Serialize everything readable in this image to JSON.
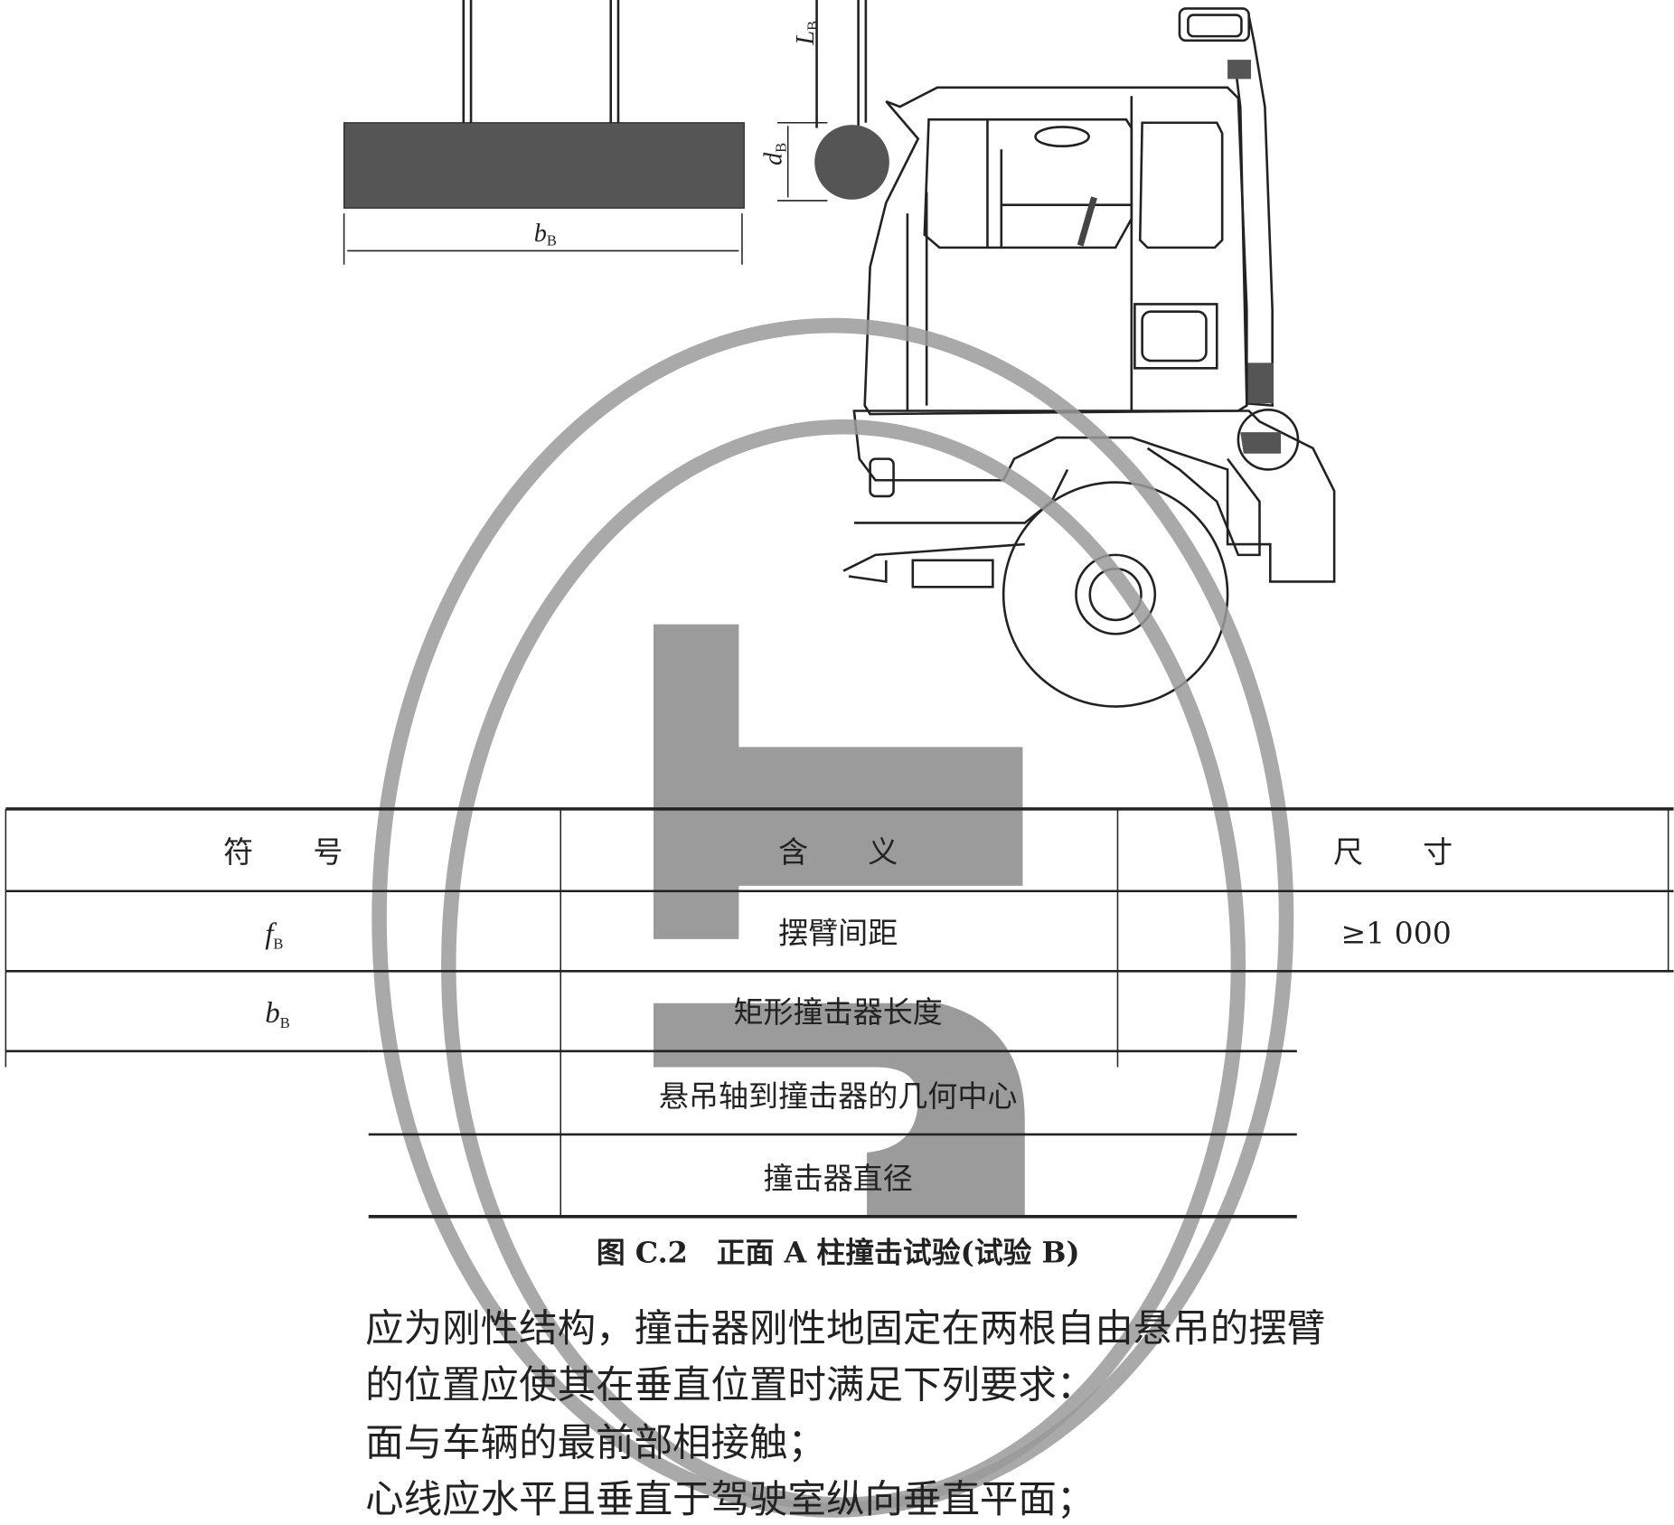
{
  "figure": {
    "labels": {
      "L": "L",
      "L_sub": "B",
      "d": "d",
      "d_sub": "B",
      "b": "b",
      "b_sub": "B"
    },
    "caption": "图 C.2　正面 A 柱撞击试验(试验 B)"
  },
  "table": {
    "headers": [
      "符　　号",
      "含　　义",
      "尺　　寸"
    ],
    "rows": [
      {
        "symbol": "f",
        "symbol_sub": "B",
        "meaning": "摆臂间距",
        "size": "≥1 000"
      },
      {
        "symbol": "b",
        "symbol_sub": "B",
        "meaning": "矩形撞击器长度",
        "size": ""
      },
      {
        "symbol": "",
        "symbol_sub": "",
        "meaning": "悬吊轴到撞击器的几何中心",
        "size": ""
      },
      {
        "symbol": "",
        "symbol_sub": "",
        "meaning": "撞击器直径",
        "size": ""
      }
    ]
  },
  "body_text": [
    "应为刚性结构，撞击器刚性地固定在两根自由悬吊的摆臂",
    "的位置应使其在垂直位置时满足下列要求：",
    "面与车辆的最前部相接触；",
    "心线应水平且垂直于驾驶室纵向垂直平面；"
  ],
  "colors": {
    "ink": "#222222",
    "stamp": "#9a9a9a",
    "impactor": "#555555"
  }
}
